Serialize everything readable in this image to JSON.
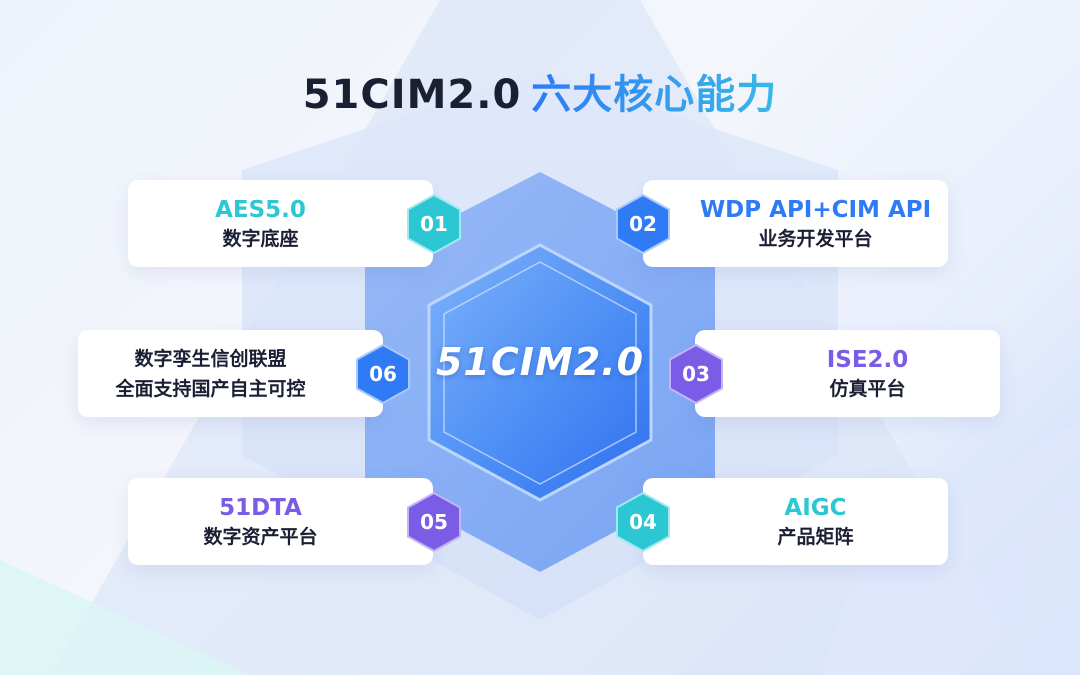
{
  "title": {
    "main": "51CIM2.0",
    "accent": "六大核心能力"
  },
  "center": {
    "label": "51CIM2.0"
  },
  "colors": {
    "teal": "#2cc7d3",
    "blue": "#2f7bf5",
    "purple": "#7b5ce6"
  },
  "items": [
    {
      "num": "01",
      "head": "AES5.0",
      "sub": "数字底座"
    },
    {
      "num": "02",
      "head": "WDP API+CIM API",
      "sub": "业务开发平台"
    },
    {
      "num": "03",
      "head": "ISE2.0",
      "sub": "仿真平台"
    },
    {
      "num": "04",
      "head": "AIGC",
      "sub": "产品矩阵"
    },
    {
      "num": "05",
      "head": "51DTA",
      "sub": "数字资产平台"
    },
    {
      "num": "06",
      "line1": "数字孪生信创联盟",
      "line2": "全面支持国产自主可控"
    }
  ]
}
